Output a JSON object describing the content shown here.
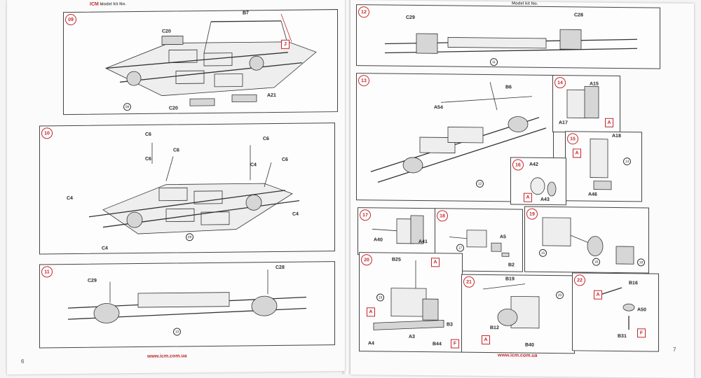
{
  "left_page": {
    "header_brand": "ICM",
    "header_text": "Model kit No.",
    "page_number": "6",
    "footer_url": "www.icm.com.ua"
  },
  "right_page": {
    "header_text": "Model kit No.",
    "page_number": "7",
    "footer_url": "www.icm.com.ua"
  },
  "steps": {
    "s09": {
      "number": "09",
      "labels": [
        "C20",
        "B7",
        "C20",
        "A21"
      ],
      "flag": "J",
      "ref": "08"
    },
    "s10": {
      "number": "10",
      "labels": [
        "C6",
        "C6",
        "C6",
        "C6",
        "C4",
        "C6",
        "C4",
        "C4",
        "C4"
      ],
      "ref": "09"
    },
    "s11": {
      "number": "11",
      "labels": [
        "C29",
        "C28"
      ],
      "ref": "10"
    },
    "s12": {
      "number": "12",
      "labels": [
        "C29",
        "C28"
      ],
      "ref": "11"
    },
    "s13": {
      "number": "13",
      "labels": [
        "B6",
        "A54"
      ],
      "ref": "12"
    },
    "s14": {
      "number": "14",
      "labels": [
        "A15",
        "A17"
      ],
      "flag": "A"
    },
    "s15": {
      "number": "15",
      "labels": [
        "A18",
        "A46"
      ],
      "flag": "A",
      "ref": "14"
    },
    "s16": {
      "number": "16",
      "labels": [
        "A42",
        "A43"
      ],
      "flag": "A"
    },
    "s17": {
      "number": "17",
      "labels": [
        "A40",
        "A41"
      ]
    },
    "s18": {
      "number": "18",
      "labels": [
        "A5",
        "B2"
      ],
      "ref": "17"
    },
    "s19": {
      "number": "19",
      "refs": [
        "15",
        "16",
        "18"
      ]
    },
    "s20": {
      "number": "20",
      "labels": [
        "B25",
        "A4",
        "A3",
        "B3",
        "B44"
      ],
      "flags": [
        "A",
        "A",
        "F"
      ],
      "ref": "19"
    },
    "s21": {
      "number": "21",
      "labels": [
        "B19",
        "B12",
        "B40"
      ],
      "flags": [
        "A"
      ],
      "ref": "20"
    },
    "s22": {
      "number": "22",
      "labels": [
        "B16",
        "A50",
        "B31"
      ],
      "flags": [
        "A",
        "F"
      ]
    }
  }
}
